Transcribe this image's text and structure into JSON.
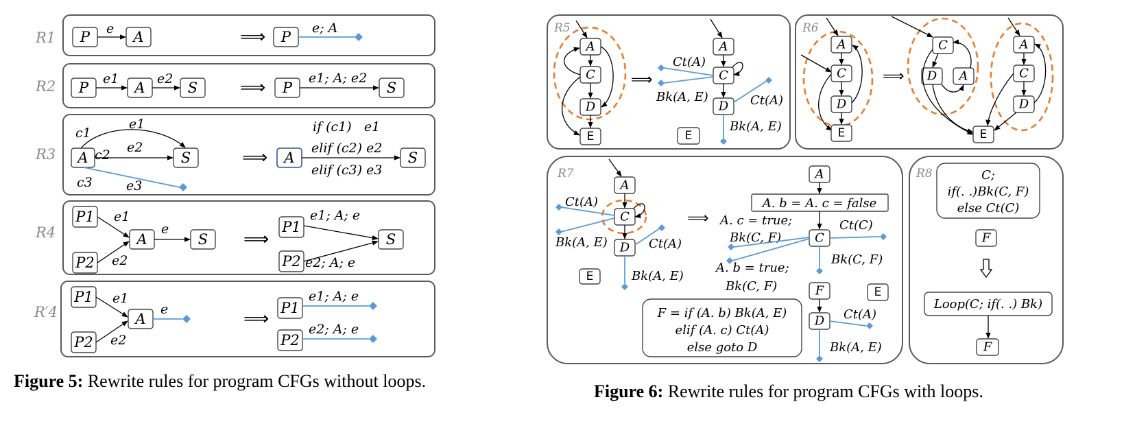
{
  "figure5": {
    "caption_label": "Figure 5:",
    "caption_text": " Rewrite rules for program CFGs without loops.",
    "rules": {
      "r1": {
        "name": "R1",
        "left": {
          "p": "P",
          "e": "e",
          "a": "A"
        },
        "right": {
          "p": "P",
          "label": "e; A"
        }
      },
      "r2": {
        "name": "R2",
        "left": {
          "p": "P",
          "e1": "e1",
          "a": "A",
          "e2": "e2",
          "s": "S"
        },
        "right": {
          "p": "P",
          "label": "e1; A; e2",
          "s": "S"
        }
      },
      "r3": {
        "name": "R3",
        "left": {
          "a": "A",
          "c1": "c1",
          "e1": "e1",
          "c2": "c2",
          "e2": "e2",
          "c3": "c3",
          "e3": "e3",
          "s": "S"
        },
        "right": {
          "a": "A",
          "l1": "if (c1)   e1",
          "l2": "elif (c2) e2",
          "l3": "elif (c3) e3",
          "s": "S"
        }
      },
      "r4": {
        "name": "R4",
        "left": {
          "p1": "P1",
          "p2": "P2",
          "e1": "e1",
          "e2": "e2",
          "a": "A",
          "e": "e",
          "s": "S"
        },
        "right": {
          "p1": "P1",
          "p2": "P2",
          "l1": "e1; A; e",
          "l2": "e2; A; e",
          "s": "S"
        }
      },
      "r4p": {
        "name": "R′4",
        "left": {
          "p1": "P1",
          "p2": "P2",
          "e1": "e1",
          "e2": "e2",
          "a": "A",
          "e": "e"
        },
        "right": {
          "p1": "P1",
          "p2": "P2",
          "l1": "e1; A; e",
          "l2": "e2; A; e"
        }
      }
    }
  },
  "figure6": {
    "caption_label": "Figure 6:",
    "caption_text": " Rewrite rules for program CFGs with loops.",
    "r5": {
      "name": "R5",
      "a": "A",
      "c": "C",
      "d": "D",
      "e": "E",
      "ct": "Ct(A)",
      "bk": "Bk(A, E)"
    },
    "r6": {
      "name": "R6",
      "a": "A",
      "c": "C",
      "d": "D",
      "e": "E"
    },
    "r7": {
      "name": "R7",
      "a": "A",
      "c": "C",
      "d": "D",
      "e": "E",
      "f": "F",
      "ct_a": "Ct(A)",
      "bk_ae": "Bk(A, E)",
      "ct_c": "Ct(C)",
      "bk_cf": "Bk(C, F)",
      "init": "A. b = A. c = false",
      "set_c": "A. c = true;",
      "set_b": "A. b = true;",
      "f1": "F = if (A. b) Bk(A, E)",
      "f2": "elif (A. c) Ct(A)",
      "f3": "else goto D"
    },
    "r8": {
      "name": "R8",
      "l1": "C;",
      "l2": "if(. .)Bk(C, F)",
      "l3": "else Ct(C)",
      "f": "F",
      "loop": "Loop(C; if(. .) Bk)"
    }
  },
  "colors": {
    "blue": "#5B9BD5",
    "orange": "#E87D2E",
    "gray": "#888888",
    "frame": "#5a5a5a"
  }
}
